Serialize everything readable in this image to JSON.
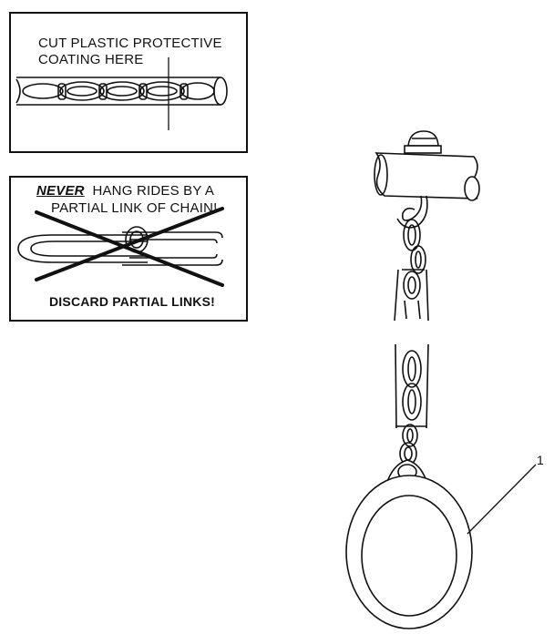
{
  "cut_panel": {
    "line1": "CUT PLASTIC PROTECTIVE",
    "line2": "COATING HERE"
  },
  "never_panel": {
    "never_word": "NEVER",
    "line1_rest": "HANG RIDES BY A",
    "line2": "PARTIAL LINK OF CHAIN!",
    "discard": "DISCARD PARTIAL LINKS!"
  },
  "callout": {
    "number": "1"
  }
}
